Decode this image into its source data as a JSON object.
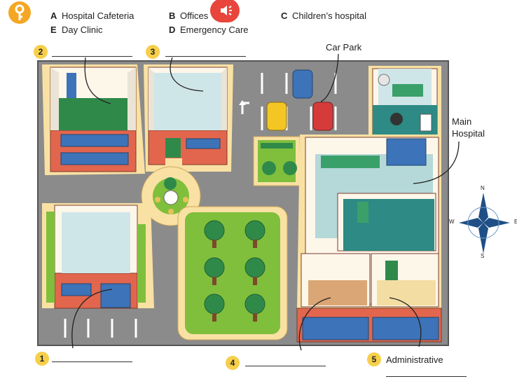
{
  "options": [
    {
      "letter": "A",
      "text": "Hospital Cafeteria"
    },
    {
      "letter": "B",
      "text": "Offices"
    },
    {
      "letter": "C",
      "text": "Children’s hospital"
    },
    {
      "letter": "E",
      "text": "Day Clinic"
    },
    {
      "letter": "D",
      "text": "Emergency Care"
    }
  ],
  "blanks": [
    {
      "number": "1",
      "answer": ""
    },
    {
      "number": "2",
      "answer": ""
    },
    {
      "number": "3",
      "answer": ""
    },
    {
      "number": "4",
      "answer": ""
    },
    {
      "number": "5",
      "answer": "Administrative"
    }
  ],
  "map_labels": {
    "car_park": "Car Park",
    "main_hospital_line1": "Main",
    "main_hospital_line2": "Hospital"
  },
  "compass": {
    "n": "N",
    "e": "E",
    "s": "S",
    "w": "W"
  },
  "icons": {
    "key": "key-icon",
    "audio": "speaker-icon"
  },
  "colors": {
    "badge": "#f6cf4b",
    "key_badge": "#f5a623",
    "audio_button": "#e8453c"
  }
}
